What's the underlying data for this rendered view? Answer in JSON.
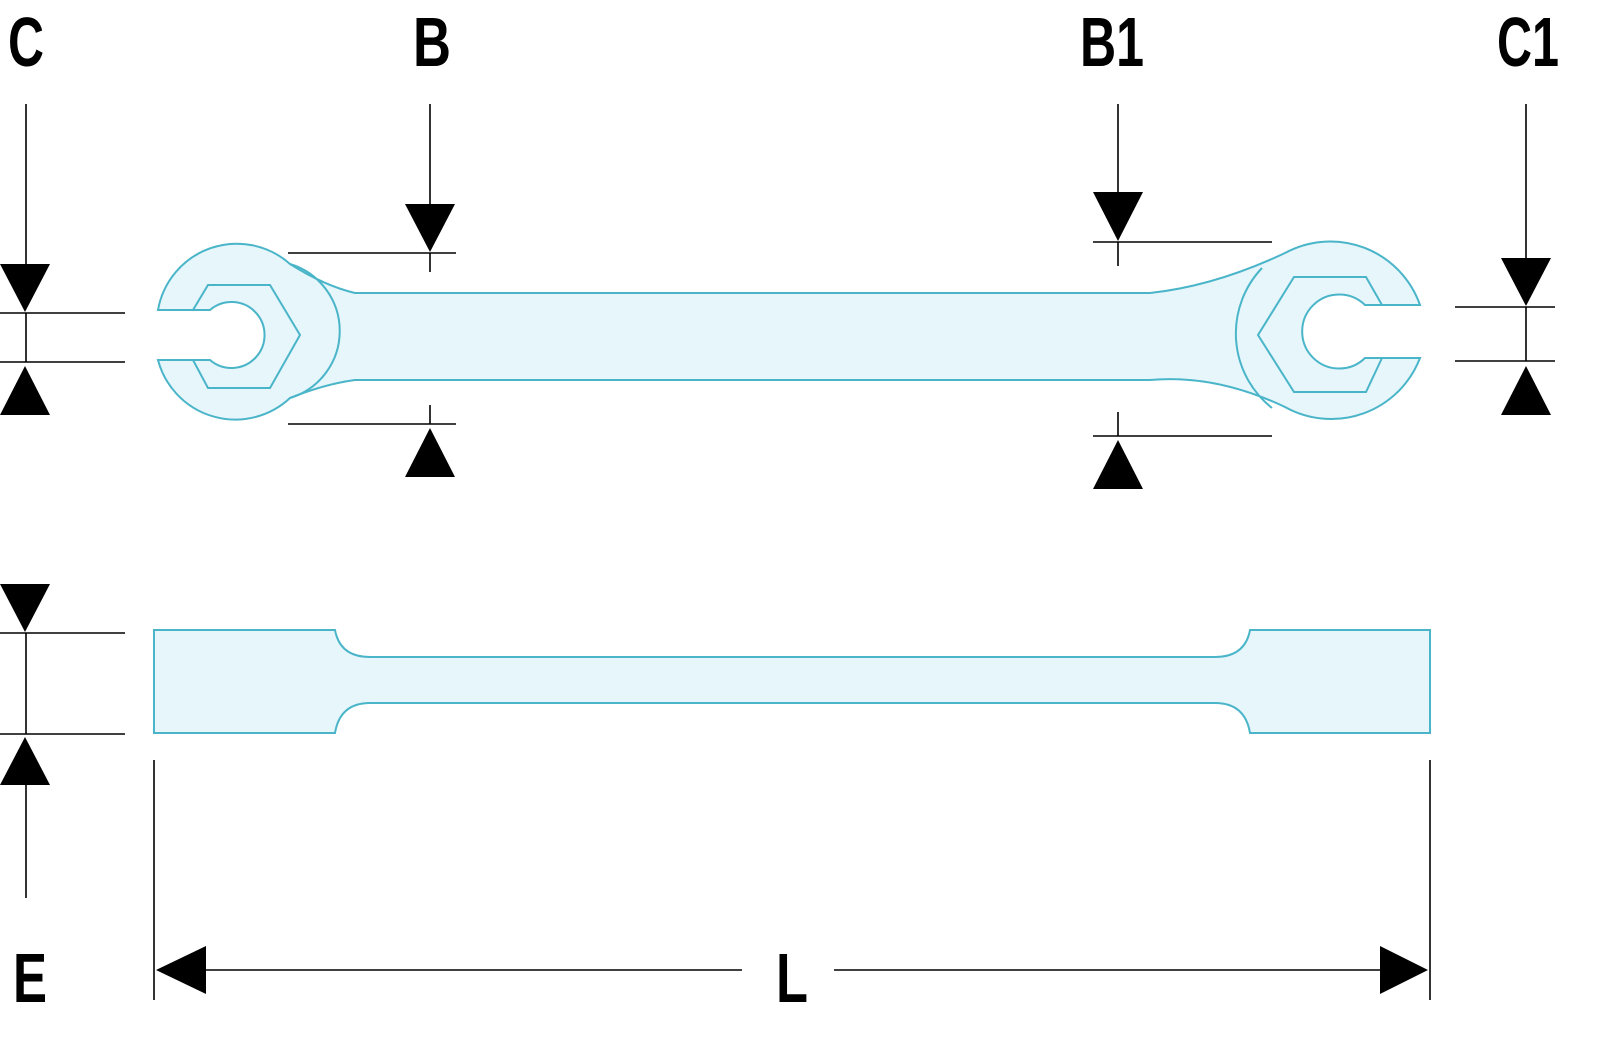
{
  "labels": {
    "c": "C",
    "b": "B",
    "b1": "B1",
    "c1": "C1",
    "e": "E",
    "l": "L"
  },
  "colors": {
    "outline": "#4ab5c9",
    "fill": "#e6f6fb",
    "dimension": "#000000"
  }
}
